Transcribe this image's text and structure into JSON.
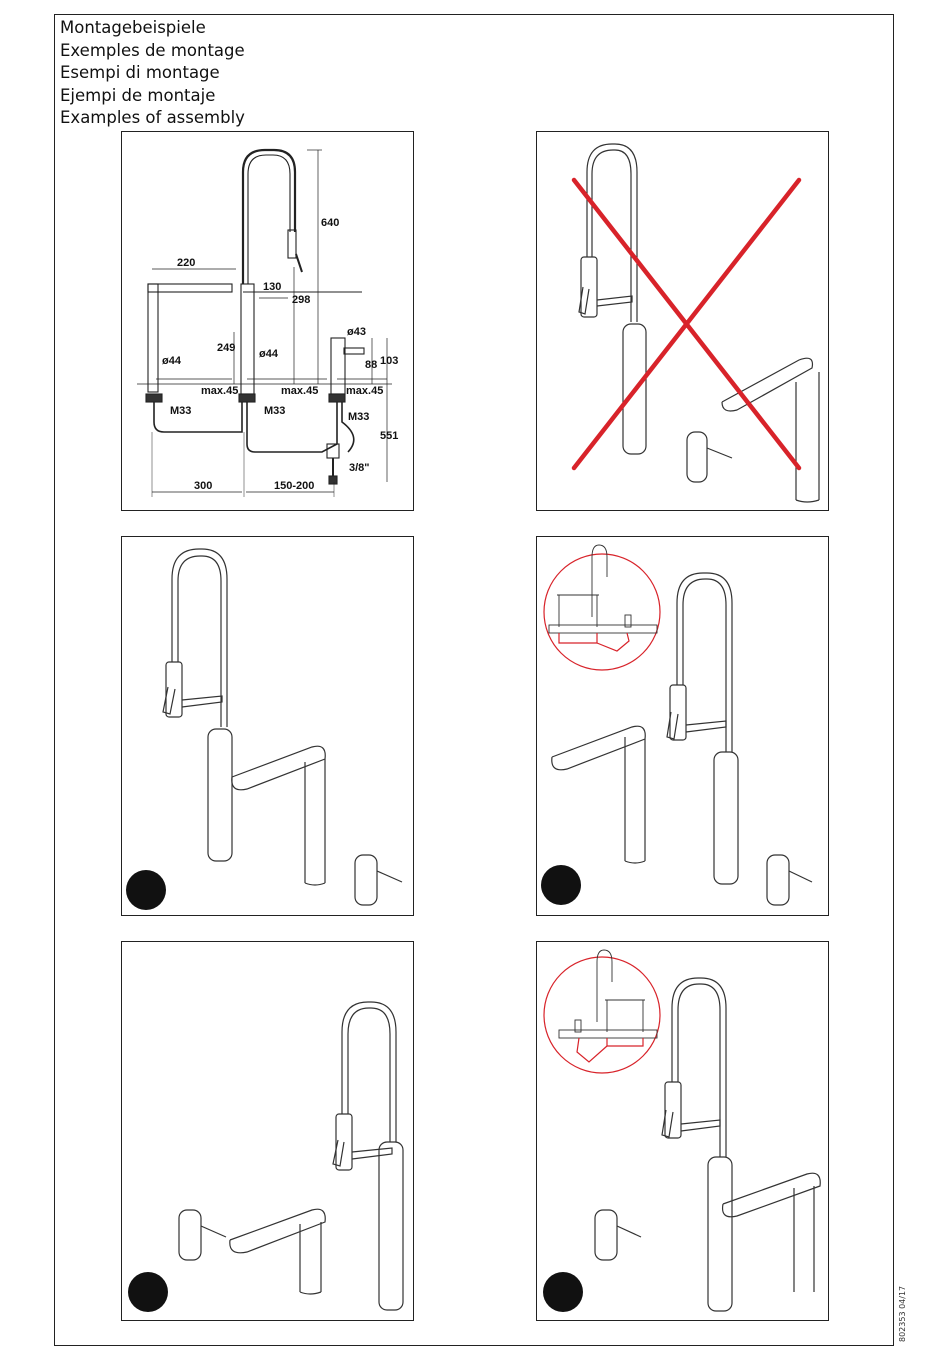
{
  "header": {
    "titles": [
      "Montagebeispiele",
      "Exemples de montage",
      "Esempi di montage",
      "Ejempi de montaje",
      "Examples of assembly"
    ]
  },
  "technical_drawing": {
    "dimensions": {
      "d640": "640",
      "d220": "220",
      "d130": "130",
      "d298": "298",
      "d43": "ø43",
      "d249": "249",
      "d44a": "ø44",
      "d44b": "ø44",
      "d88": "88",
      "d103": "103",
      "max45a": "max.45",
      "max45b": "max.45",
      "max45c": "max.45",
      "m33a": "M33",
      "m33b": "M33",
      "m33c": "M33",
      "d551": "551",
      "d38": "3/8\"",
      "d300": "300",
      "d150": "150-200"
    }
  },
  "colors": {
    "cross_red": "#d8232a",
    "inset_red": "#d8232a",
    "marker": "#111111"
  },
  "document_number": "802353 04/17"
}
